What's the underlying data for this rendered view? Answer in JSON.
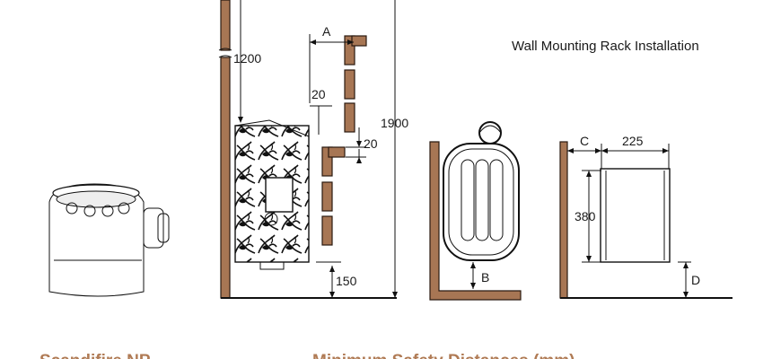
{
  "title": "Wall Mounting Rack Installation",
  "dimensions": {
    "a": "A",
    "d1200": "1200",
    "d20_top": "20",
    "d20_side": "20",
    "d1900": "1900",
    "d150": "150",
    "b": "B",
    "c": "C",
    "d225": "225",
    "d380": "380",
    "d": "D"
  },
  "captions": {
    "product": "Scandifire NP",
    "safety": "Minimum Safety Distances (mm)"
  },
  "colors": {
    "wood": "#a77654",
    "caption": "#b07b55",
    "line": "#111111"
  }
}
